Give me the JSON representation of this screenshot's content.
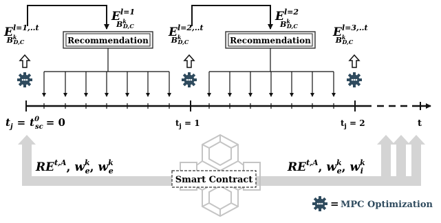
{
  "e_symbol": "E",
  "base_B": "B",
  "sup_k": "k",
  "sub_DC": "D,C",
  "top_labels": [
    {
      "sup": "l=1,..t"
    },
    {
      "sup": "l=1"
    },
    {
      "sup": "l=2,..t"
    },
    {
      "sup": "l=2"
    },
    {
      "sup": "l=3,..t"
    }
  ],
  "recommendation_label": "Recommendation",
  "timeline": {
    "t_main": "t",
    "t_sub_j": "j",
    "equals": "=",
    "t_sc_sup": "0",
    "t_sc_sub": "sc",
    "zero": "= 0",
    "tick_1": "t",
    "tick_1_sub": "j",
    "tick_1_val": " = 1",
    "tick_2": "t",
    "tick_2_sub": "j",
    "tick_2_val": " = 2",
    "end_label": "t"
  },
  "formula_left": {
    "re": "RE",
    "re_sup": "t,A",
    "w1": "w",
    "w1_sup": "k",
    "w1_sub": "e",
    "w2": "w",
    "w2_sup": "k",
    "w2_sub": "e"
  },
  "formula_right": {
    "re": "RE",
    "re_sup": "t,A",
    "w1": "w",
    "w1_sup": "k",
    "w1_sub": "e",
    "w2": "w",
    "w2_sup": "k",
    "w2_sub": "i"
  },
  "smart_contract_label": "Smart Contract",
  "legend": {
    "equals": "=",
    "label": "MPC Optimization"
  },
  "colors": {
    "ink": "#111111",
    "gray": "#d4d4d4",
    "gear": "#2f4b5e",
    "box_border": "#222222"
  }
}
